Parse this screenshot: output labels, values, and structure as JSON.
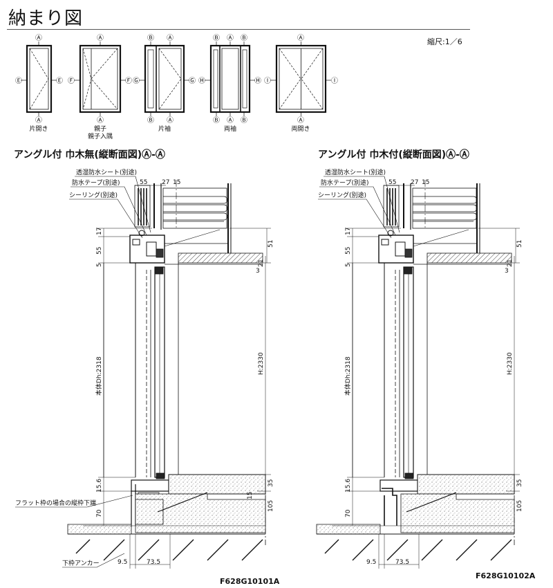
{
  "header": {
    "title": "納まり図",
    "scale": "縮尺:1／6"
  },
  "elevations": [
    {
      "caption": "片開き",
      "caption2": "",
      "top": "Ⓐ",
      "bottom": "Ⓐ",
      "left": "Ⓔ",
      "right": "Ⓔ"
    },
    {
      "caption": "親子",
      "caption2": "親子入隅",
      "top": "Ⓐ",
      "bottom": "Ⓐ",
      "left": "Ⓕ",
      "right": "Ⓕ"
    },
    {
      "caption": "片袖",
      "caption2": "",
      "top1": "Ⓑ",
      "top2": "Ⓐ",
      "bottom1": "Ⓑ",
      "bottom2": "Ⓐ",
      "left": "Ⓖ",
      "right": "Ⓖ"
    },
    {
      "caption": "両袖",
      "caption2": "",
      "top1": "Ⓑ",
      "top2": "Ⓐ",
      "top3": "Ⓑ",
      "bottom1": "Ⓑ",
      "bottom2": "Ⓐ",
      "bottom3": "Ⓑ",
      "left": "Ⓗ",
      "right": "Ⓗ"
    },
    {
      "caption": "両開き",
      "caption2": "",
      "top": "Ⓐ",
      "bottom": "Ⓐ",
      "left": "Ⓘ",
      "right": "Ⓘ"
    }
  ],
  "sections": [
    {
      "title": "アングル付 巾木無(縦断面図)Ⓐ-Ⓐ",
      "code": "F628G10101A",
      "labels": {
        "sheet": "透湿防水シート(別途)",
        "tape": "防水テープ(別途)",
        "seal": "シーリング(別途)",
        "flat": "フラット枠の場合の縦枠下端",
        "anchor": "下枠アンカー"
      }
    },
    {
      "title": "アングル付 巾木付(縦断面図)Ⓐ-Ⓐ",
      "code": "F628G10102A",
      "labels": {
        "sheet": "透湿防水シート(別途)",
        "tape": "防水テープ(別途)",
        "seal": "シーリング(別途)"
      }
    }
  ],
  "dimensions": {
    "d55": "55",
    "d27": "27",
    "d15": "15",
    "d17": "17",
    "d55v": "55",
    "d5": "5",
    "d51": "51",
    "d21": "21",
    "d3": "3",
    "dh": "本体Dh:2318",
    "H": "H:2330",
    "d156": "15.6",
    "d70": "70",
    "d35": "35",
    "d15b": "15",
    "d105": "105",
    "d95": "9.5",
    "d735": "73.5"
  }
}
